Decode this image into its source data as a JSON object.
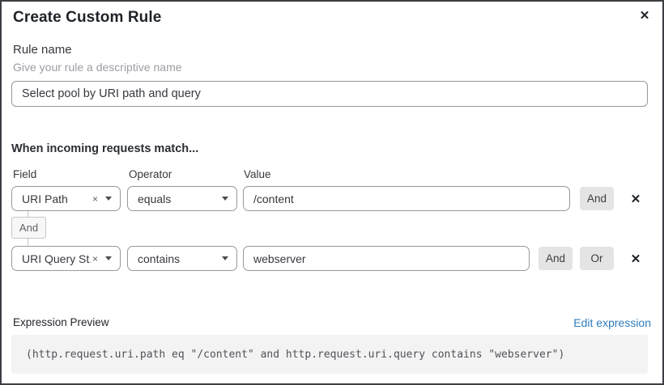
{
  "dialog": {
    "title": "Create Custom Rule",
    "close_icon": "✕"
  },
  "rule_name": {
    "label": "Rule name",
    "hint": "Give your rule a descriptive name",
    "value": "Select pool by URI path and query"
  },
  "match_section": {
    "heading": "When incoming requests match...",
    "columns": {
      "field": "Field",
      "operator": "Operator",
      "value": "Value"
    },
    "connector_label": "And",
    "clear_icon": "×",
    "remove_icon": "✕",
    "rows": [
      {
        "field": "URI Path",
        "operator": "equals",
        "value": "/content",
        "and_button": "And"
      },
      {
        "field": "URI Query St...",
        "operator": "contains",
        "value": "webserver",
        "and_button": "And",
        "or_button": "Or"
      }
    ]
  },
  "expression": {
    "label": "Expression Preview",
    "edit_link": "Edit expression",
    "code": "(http.request.uri.path eq \"/content\" and http.request.uri.query contains \"webserver\")"
  },
  "colors": {
    "link_blue": "#2e7bbd",
    "button_gray": "#e4e4e4",
    "code_bg": "#f3f3f3",
    "border_gray": "#96989b"
  }
}
